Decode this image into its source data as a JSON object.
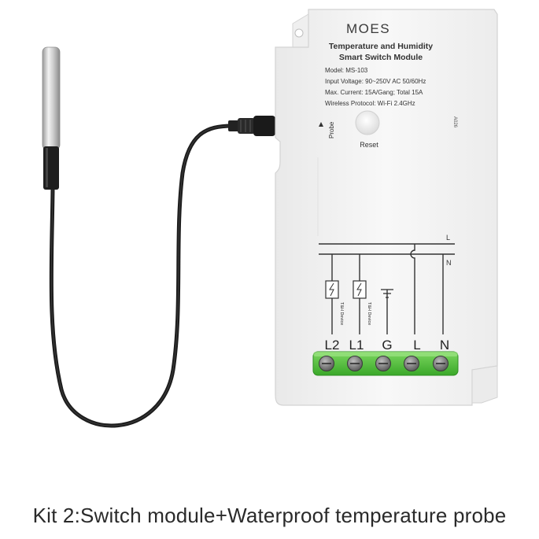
{
  "device": {
    "brand": "MOES",
    "title_line1": "Temperature and Humidity",
    "title_line2": "Smart Switch Module",
    "model": "Model: MS-103",
    "input_voltage": "Input Voltage: 90~250V AC 50/60Hz",
    "max_current": "Max. Current: 15A/Gang; Total 15A",
    "wireless": "Wireless Protocol: Wi-Fi 2.4GHz",
    "side_code": "A026",
    "probe_label": "Probe",
    "reset_label": "Reset",
    "wire_labels": {
      "line": "L",
      "neutral": "N"
    },
    "device_label": "T&H Device",
    "terminals": [
      "L2",
      "L1",
      "G",
      "L",
      "N"
    ]
  },
  "colors": {
    "terminal_green": "#4fbf3a",
    "housing": "#f4f4f4",
    "cable": "#1c1c1c"
  },
  "caption": "Kit 2:Switch module+Waterproof temperature probe"
}
